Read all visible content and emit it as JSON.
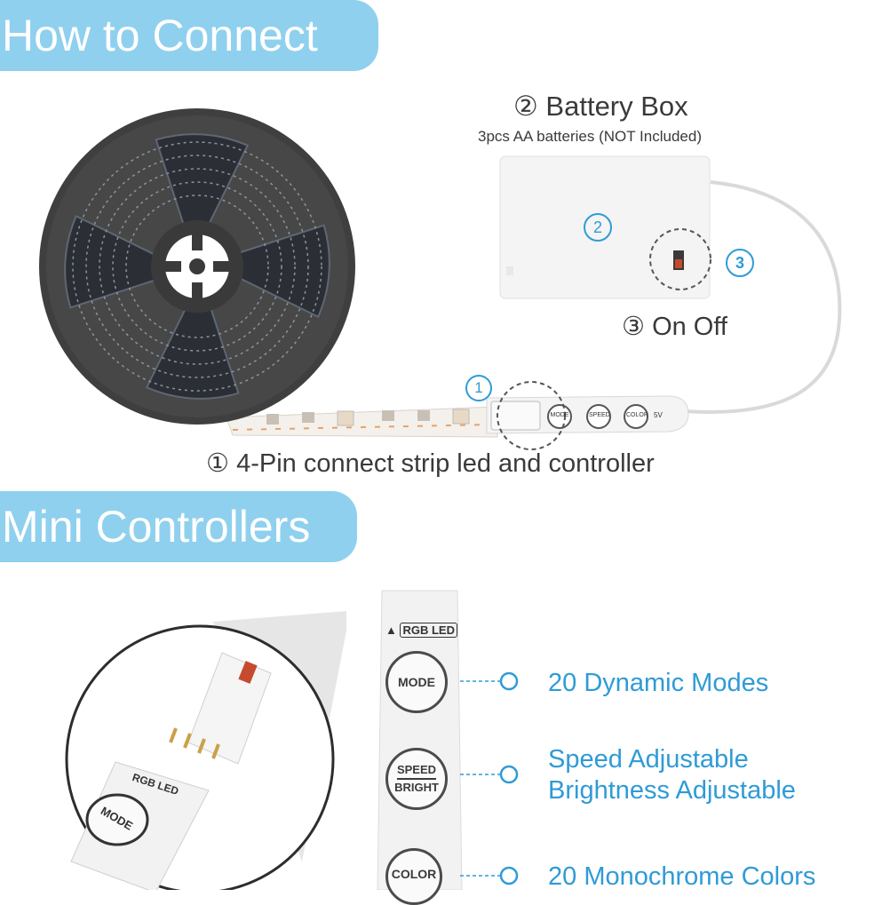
{
  "sections": {
    "connect_title": "How to Connect",
    "controllers_title": "Mini Controllers"
  },
  "battery": {
    "marker": "②",
    "title": "Battery Box",
    "subtitle": "3pcs AA batteries (NOT Included)",
    "box_marker": "2",
    "switch_marker": "3"
  },
  "switch": {
    "marker": "③",
    "label": "On Off"
  },
  "connector": {
    "marker_top": "1",
    "marker": "①",
    "label": "4-Pin connect strip led and controller"
  },
  "controller": {
    "brand": "RGB LED",
    "mode_button": "MODE",
    "speed_button_top": "SPEED",
    "speed_button_bottom": "BRIGHT",
    "color_button": "COLOR",
    "small_mode": "MODE",
    "small_speed": "SPEED",
    "small_color": "COLOR",
    "small_5v": "5V"
  },
  "features": {
    "modes": "20 Dynamic Modes",
    "speed": "Speed Adjustable",
    "brightness": "Brightness Adjustable",
    "colors": "20 Monochrome Colors"
  },
  "colors": {
    "accent": "#8fd0ee",
    "label_blue": "#2f9bd6"
  }
}
